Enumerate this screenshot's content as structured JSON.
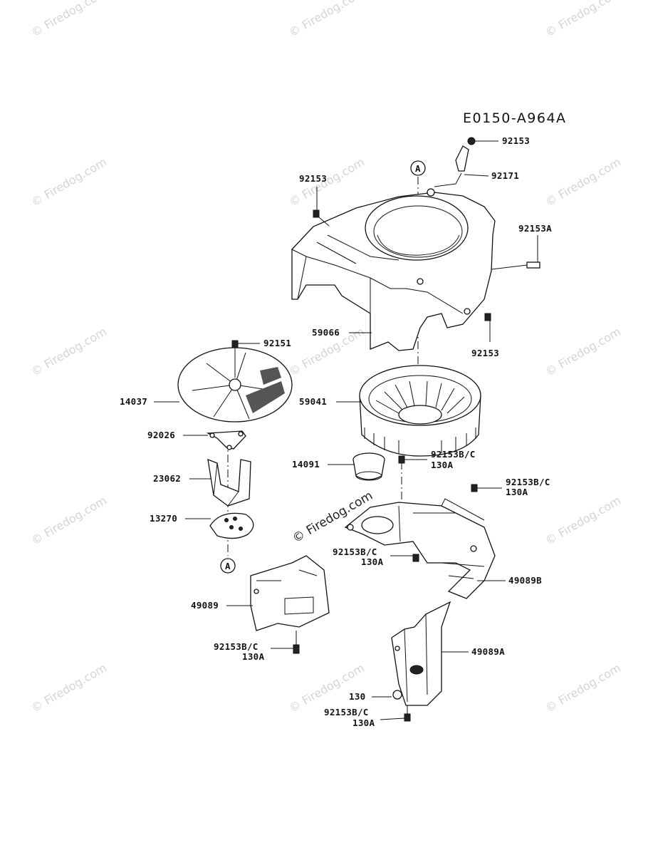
{
  "diagram": {
    "code": "E0150-A964A",
    "marker": "A",
    "watermark": "© Firedog.com",
    "labels": {
      "p92153_top": "92153",
      "p92171": "92171",
      "p92153_left": "92153",
      "p92153A": "92153A",
      "p59066": "59066",
      "p92153_right": "92153",
      "p92151": "92151",
      "p14037": "14037",
      "p59041": "59041",
      "p92026": "92026",
      "p14091": "14091",
      "p92153BC_1": "92153B/C",
      "p130A_1": "130A",
      "p23062": "23062",
      "p92153BC_2": "92153B/C",
      "p130A_2": "130A",
      "p13270": "13270",
      "p92153BC_3": "92153B/C",
      "p130A_3": "130A",
      "p49089B": "49089B",
      "p49089": "49089",
      "p92153BC_4": "92153B/C",
      "p130A_4": "130A",
      "p49089A": "49089A",
      "p130": "130",
      "p92153BC_5": "92153B/C",
      "p130A_5": "130A"
    }
  }
}
